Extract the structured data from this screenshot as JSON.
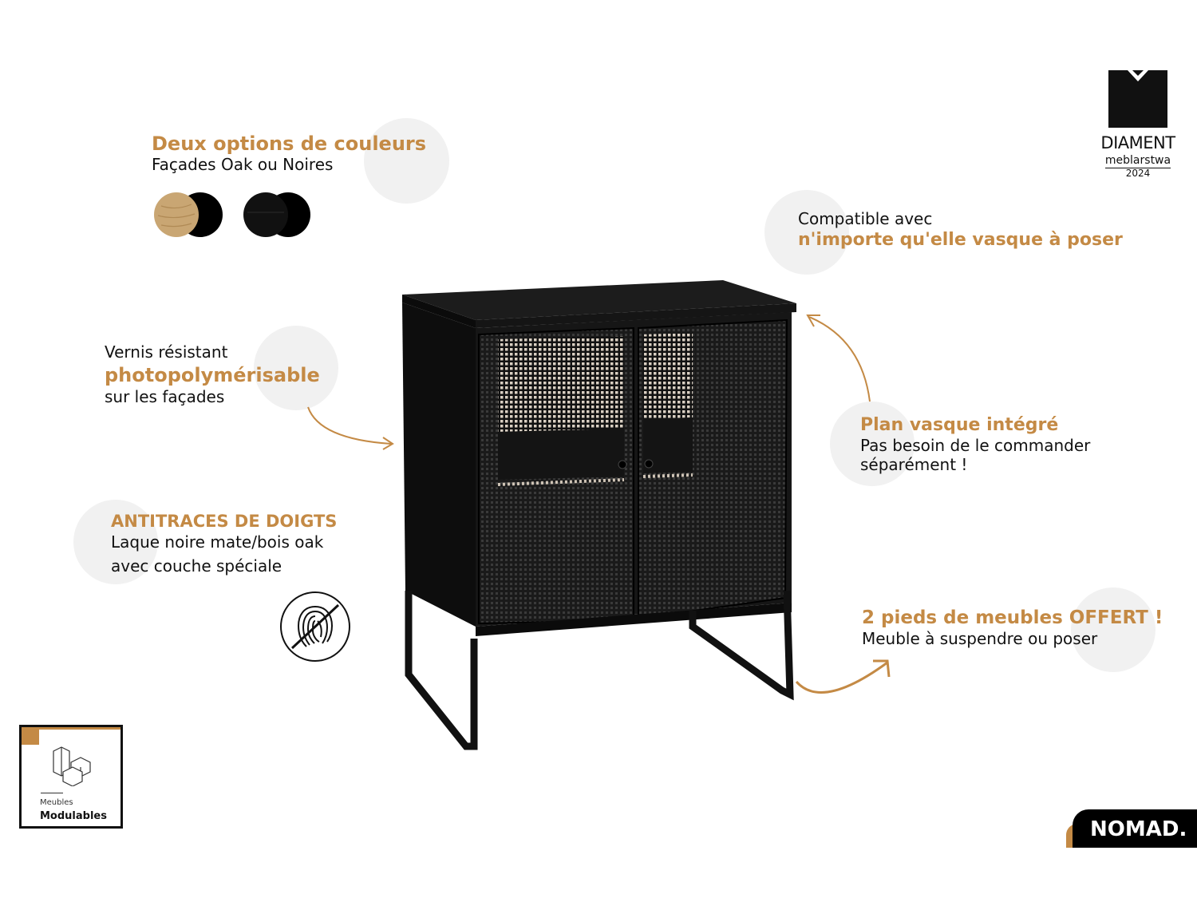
{
  "colors": {
    "accent": "#c48a45",
    "black": "#111111",
    "bubble": "#f1f1f1",
    "oak": "#c9a673"
  },
  "color_options": {
    "title": "Deux options de couleurs",
    "subtitle": "Façades Oak ou Noires"
  },
  "basin": {
    "line1": "Compatible avec",
    "line2": "n'importe qu'elle vasque à poser"
  },
  "varnish": {
    "line1": "Vernis résistant",
    "line2": "photopolymérisable",
    "line3": "sur les façades"
  },
  "plan": {
    "title": "Plan vasque intégré",
    "line1": "Pas besoin de le commander",
    "line2": "séparément !"
  },
  "fingerprint": {
    "title": "ANTITRACES DE DOIGTS",
    "line1": "Laque noire mate/bois oak",
    "line2": "avec couche spéciale",
    "icon": "no-fingerprint-icon"
  },
  "legs": {
    "title": "2 pieds de meubles OFFERT !",
    "line1": "Meuble à suspendre ou poser"
  },
  "award": {
    "name": "DIAMENT",
    "sub": "meblarstwa",
    "year": "2024",
    "icon": "diamond-award-logo"
  },
  "modular": {
    "line1": "Meubles",
    "line2": "Modulables",
    "icon": "modular-cubes-icon"
  },
  "brand": {
    "name": "NOMAD."
  }
}
